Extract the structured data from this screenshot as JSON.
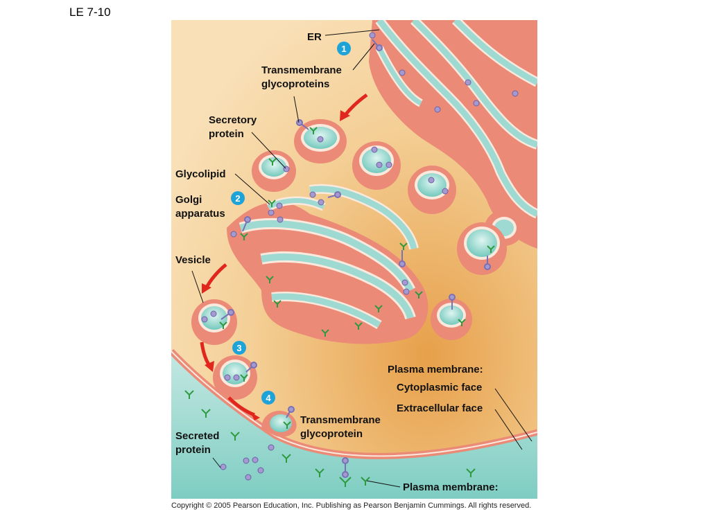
{
  "slide": {
    "title": "LE 7-10",
    "copyright": "Copyright ©  2005 Pearson Education, Inc. Publishing as Pearson Benjamin Cummings. All rights reserved."
  },
  "labels": {
    "er": "ER",
    "transmembrane_glycoproteins": [
      "Transmembrane",
      "glycoproteins"
    ],
    "secretory_protein": [
      "Secretory",
      "protein"
    ],
    "glycolipid": "Glycolipid",
    "golgi_apparatus": [
      "Golgi",
      "apparatus"
    ],
    "vesicle": "Vesicle",
    "plasma_membrane_top": "Plasma membrane:",
    "cytoplasmic_face": "Cytoplasmic face",
    "extracellular_face": "Extracellular face",
    "transmembrane_glycoprotein": [
      "Transmembrane",
      "glycoprotein"
    ],
    "secreted_protein": [
      "Secreted",
      "protein"
    ],
    "plasma_membrane_bottom": "Plasma membrane:"
  },
  "steps": [
    "1",
    "2",
    "3",
    "4"
  ],
  "colors": {
    "cytoplasm": "#f6d6a6",
    "extracellular": "#a6dcd4",
    "membrane": "#eb8a77",
    "lumen": "#9fdad2",
    "protein": "#a49ad0",
    "glyco": "#2e9a3e",
    "arrow": "#e0261d",
    "step_badge": "#1ea3d8"
  },
  "icons": [
    "step-badge",
    "red-arrow",
    "protein-icon",
    "carbohydrate-icon"
  ]
}
